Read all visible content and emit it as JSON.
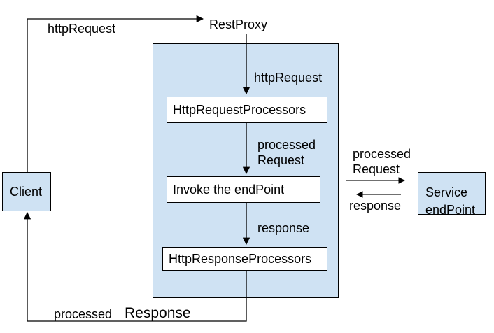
{
  "diagram": {
    "type": "flow-diagram",
    "nodes": {
      "client": "Client",
      "rest_proxy": "RestProxy",
      "http_request_processors": "HttpRequestProcessors",
      "invoke_endpoint": "Invoke the endPoint",
      "http_response_processors": "HttpResponseProcessors",
      "service_endpoint": "Service\nendPoint"
    },
    "edges": {
      "client_to_restproxy": "httpRequest",
      "restproxy_to_request_processors": "httpRequest",
      "request_processors_to_invoke": "processed\nRequest",
      "invoke_to_response_processors": "response",
      "invoke_to_service": "processed\nRequest",
      "service_to_invoke": "response",
      "response_to_client_word1": "processed",
      "response_to_client_word2": "Response"
    },
    "colors": {
      "node_fill": "#cfe2f3",
      "inner_node_fill": "#ffffff",
      "stroke": "#000000",
      "background": "#ffffff"
    }
  }
}
